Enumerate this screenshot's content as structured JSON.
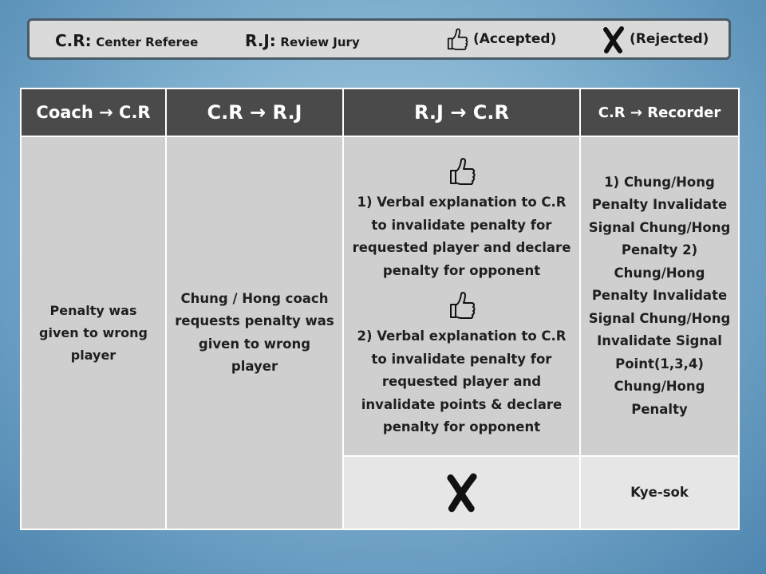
{
  "legend": {
    "cr_abbr": "C.R:",
    "cr_desc": "Center Referee",
    "rj_abbr": "R.J:",
    "rj_desc": "Review Jury",
    "accepted": "(Accepted)",
    "rejected": "(Rejected)",
    "accepted_icon": "thumbs-up-icon",
    "rejected_icon": "cross-mark-icon"
  },
  "table": {
    "headers": [
      "Coach → C.R",
      "C.R → R.J",
      "R.J → C.R",
      "C.R → Recorder"
    ],
    "col1": "Penalty was given to wrong player",
    "col2": "Chung / Hong coach requests penalty was given to wrong player",
    "accepted_row": {
      "option1": "1) Verbal explanation to C.R to invalidate penalty for requested player and declare penalty  for opponent",
      "option2": "2) Verbal explanation to C.R to invalidate penalty for requested player and invalidate points & declare penalty for opponent",
      "recorder": "1) Chung/Hong Penalty Invalidate Signal Chung/Hong Penalty 2) Chung/Hong Penalty Invalidate Signal Chung/Hong Invalidate Signal Point(1,3,4) Chung/Hong Penalty"
    },
    "rejected_row": {
      "recorder": "Kye-sok"
    }
  },
  "colors": {
    "header_bg": "#4a4a4a",
    "cell_bg": "#cfcfcf",
    "cell_light_bg": "#e6e6e6",
    "legend_bg": "#dadada"
  }
}
